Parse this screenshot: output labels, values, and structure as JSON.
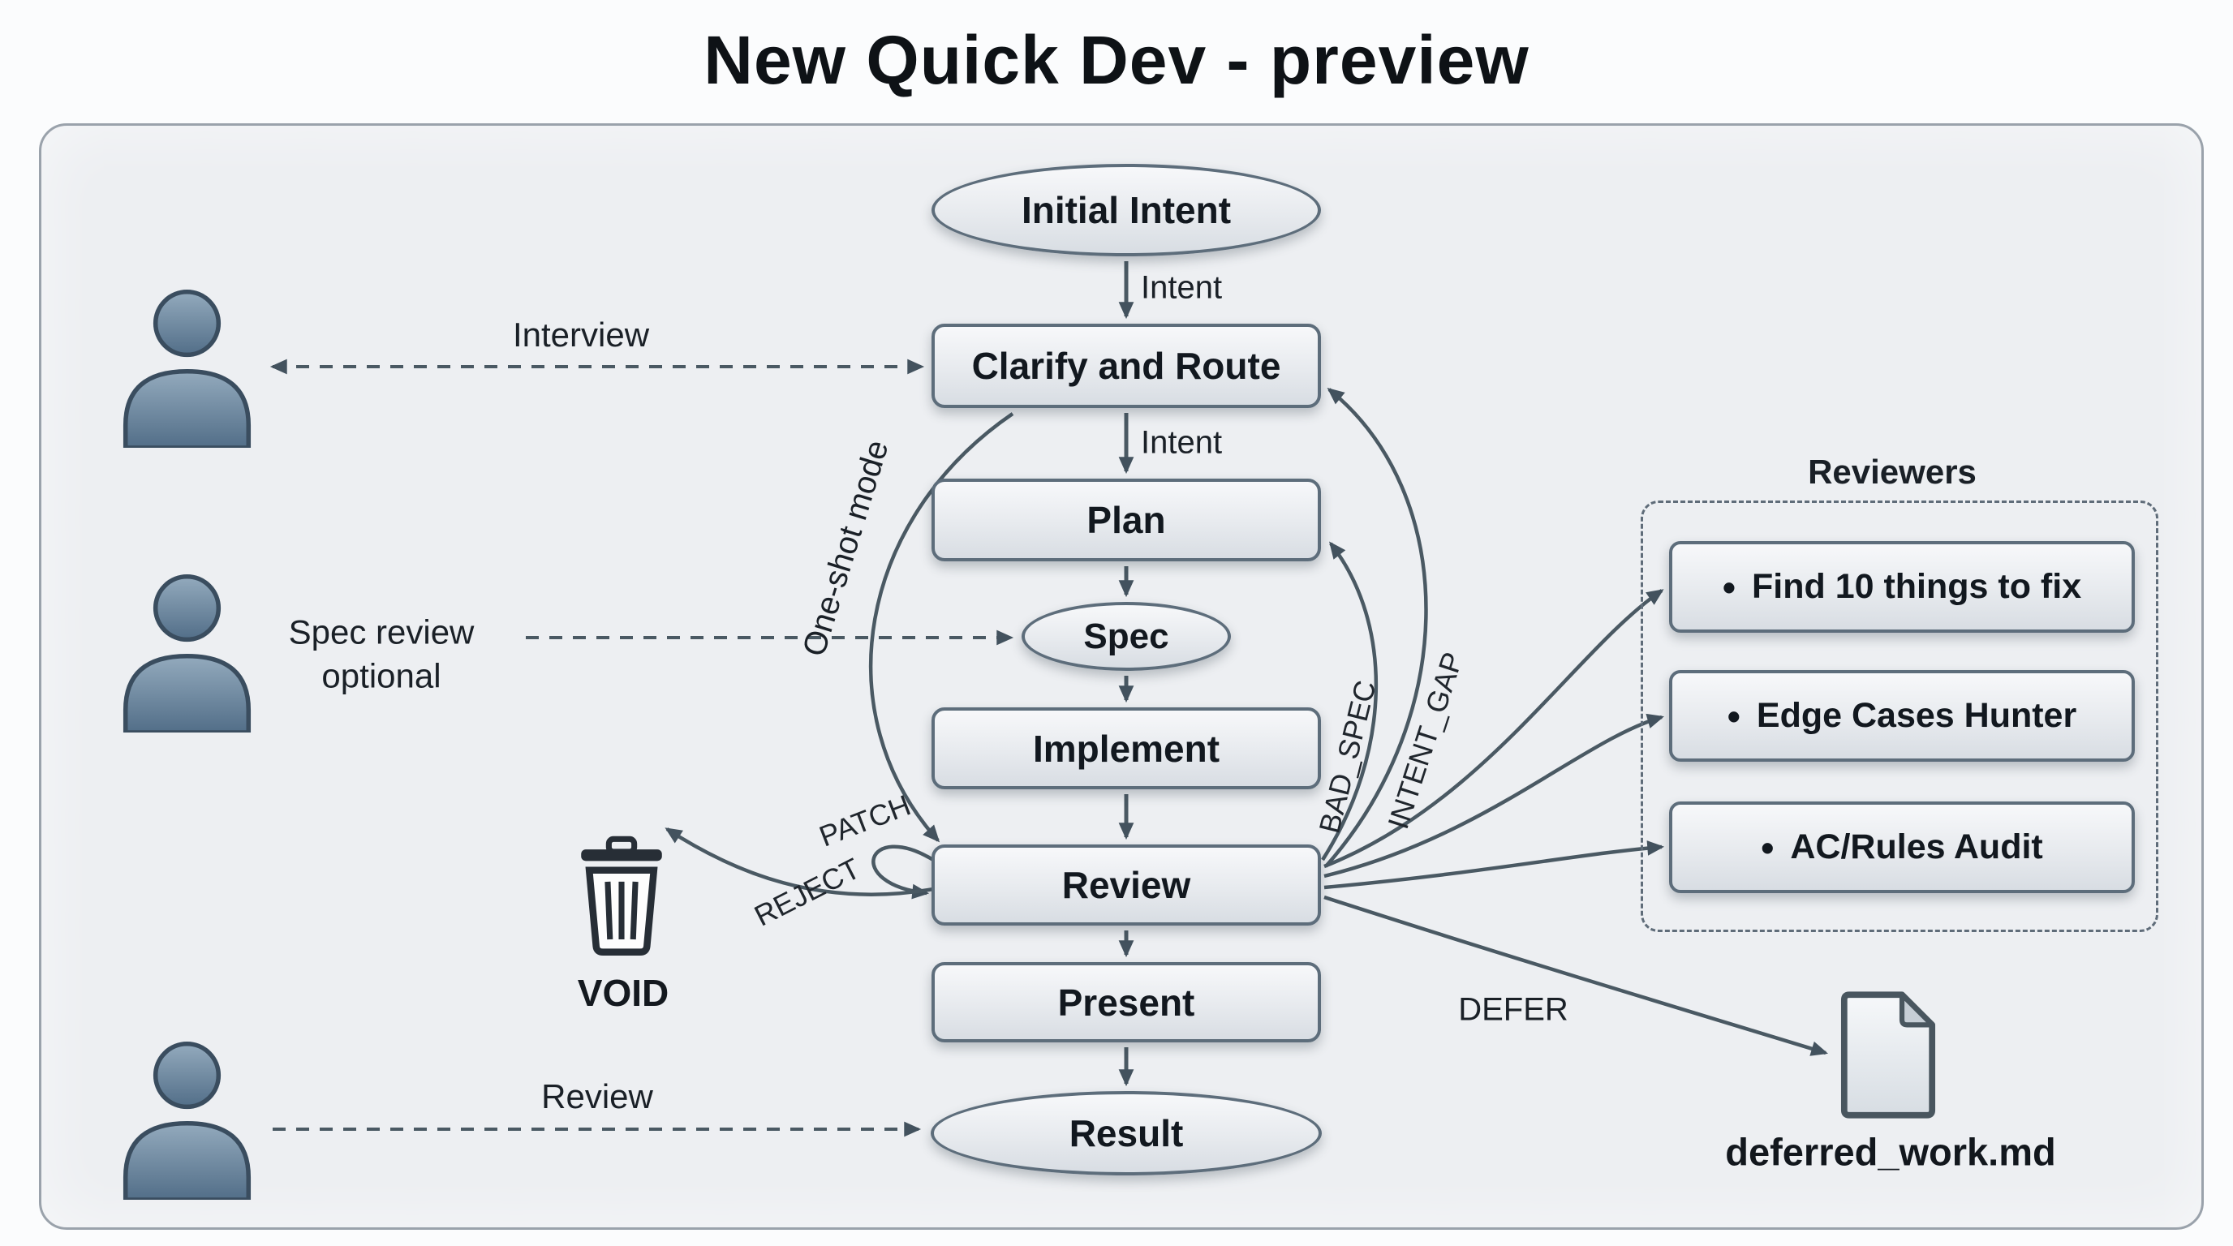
{
  "title": "New Quick Dev - preview",
  "nodes": {
    "initial_intent": "Initial Intent",
    "clarify_and_route": "Clarify and Route",
    "plan": "Plan",
    "spec": "Spec",
    "implement": "Implement",
    "review": "Review",
    "present": "Present",
    "result": "Result"
  },
  "edge_labels": {
    "intent_top": "Intent",
    "intent_mid": "Intent",
    "one_shot_mode": "One-shot mode",
    "patch": "PATCH",
    "reject": "REJECT",
    "bad_spec": "BAD_SPEC",
    "intent_gap": "INTENT_GAP",
    "defer": "DEFER"
  },
  "actors": {
    "interview_label": "Interview",
    "spec_review_line1": "Spec review",
    "spec_review_line2": "optional",
    "review_label": "Review"
  },
  "void_label": "VOID",
  "reviewers": {
    "title": "Reviewers",
    "items": [
      {
        "bullet": "•",
        "label": "Find 10 things to fix"
      },
      {
        "bullet": "•",
        "label": "Edge Cases Hunter"
      },
      {
        "bullet": "•",
        "label": "AC/Rules Audit"
      }
    ]
  },
  "artifact": {
    "filename": "deferred_work.md"
  },
  "colors": {
    "arrow": "#4a5963",
    "node_border": "#5d6d7b",
    "canvas_bg": "#edeff2",
    "person_fill_top": "#93aabd",
    "person_fill_bottom": "#526e88"
  }
}
